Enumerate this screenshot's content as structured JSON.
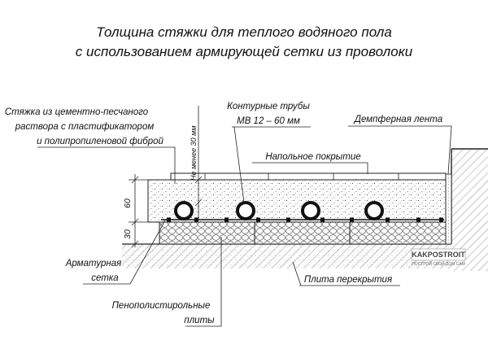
{
  "title": {
    "line1": "Толщина стяжки для теплого водяного пола",
    "line2": "с использованием армирующей сетки из проволоки"
  },
  "labels": {
    "screed": [
      "Стяжка из цементно-песчаного",
      "раствора с пластификатором",
      "и полипропиленовой фиброй"
    ],
    "pipes": [
      "Контурные трубы",
      "МВ 12 – 60 мм"
    ],
    "damper": "Демпферная лента",
    "covering": "Напольное покрытие",
    "min_thickness": "Не менее 30 мм",
    "mesh": [
      "Арматурная",
      "сетка"
    ],
    "slab": "Плита перекрытия",
    "foam": [
      "Пенополистирольные",
      "плиты"
    ]
  },
  "dimensions": {
    "screed_mm": "60",
    "insulation_mm": "30"
  },
  "watermark": {
    "brand": "KAKPOSTROIT",
    "sub": "ПОСТРОЙ СВОЙ ДОМ САМ"
  },
  "pipe_count": 4
}
